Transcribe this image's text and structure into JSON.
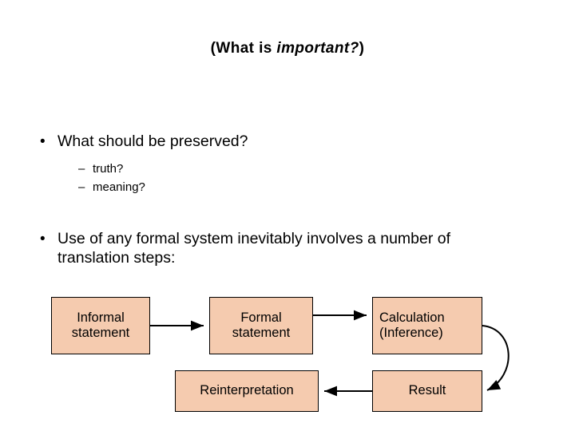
{
  "slide": {
    "title_prefix": "(What is ",
    "title_italic": "important?",
    "title_suffix": ")",
    "bullets": [
      {
        "marker": "•",
        "text": "What should be preserved?"
      },
      {
        "marker": "•",
        "text": "Use of any formal system inevitably involves a number of translation steps:"
      }
    ],
    "sub_bullets": [
      {
        "marker": "–",
        "text": "truth?"
      },
      {
        "marker": "–",
        "text": "meaning?"
      }
    ],
    "diagram": {
      "box_fill": "#f5cbaf",
      "box_border": "#000000",
      "boxes": [
        {
          "id": "informal",
          "line1": "Informal",
          "line2": "statement"
        },
        {
          "id": "formal",
          "line1": "Formal",
          "line2": "statement"
        },
        {
          "id": "calculation",
          "line1": "Calculation",
          "line2": "(Inference)"
        },
        {
          "id": "reinterpretation",
          "line1": "Reinterpretation",
          "line2": ""
        },
        {
          "id": "result",
          "line1": "Result",
          "line2": ""
        }
      ]
    }
  }
}
